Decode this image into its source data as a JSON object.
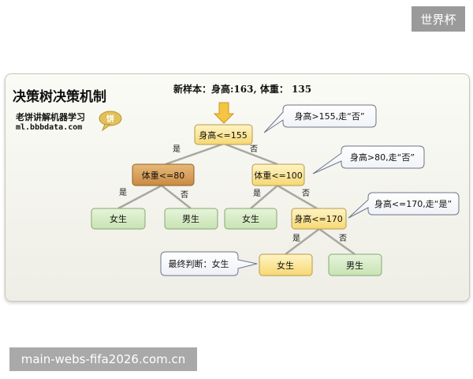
{
  "top_badge": "世界杯",
  "watermark": "main-webs-fifa2026.com.cn",
  "diagram": {
    "title": "决策树决策机制",
    "brand": "老饼讲解机器学习",
    "brand_logo_char": "饼",
    "site": "ml.bbbdata.com",
    "sample_text": "新样本：身高:163, 体重： 135",
    "nodes": {
      "root": "身高<=155",
      "weight_left": "体重<=80",
      "weight_right": "体重<=100",
      "left_female": "女生",
      "left_male": "男生",
      "mid_female": "女生",
      "height_right": "身高<=170",
      "final_female": "女生",
      "final_male": "男生"
    },
    "edges": {
      "root_yes": "是",
      "root_no": "否",
      "wl_yes": "是",
      "wl_no": "否",
      "wr_yes": "是",
      "wr_no": "否",
      "hr_yes": "是",
      "hr_no": "否"
    },
    "callouts": {
      "c1": "身高>155,走“否”",
      "c2": "身高>80,走“否”",
      "c3": "身高<=170,走“是”",
      "c4": "最终判断：女生"
    },
    "colors": {
      "yellow_node": "#fbe69a",
      "brown_node": "#d9a05a",
      "green_leaf": "#d5ecc4",
      "arrow": "#f5c542"
    }
  }
}
